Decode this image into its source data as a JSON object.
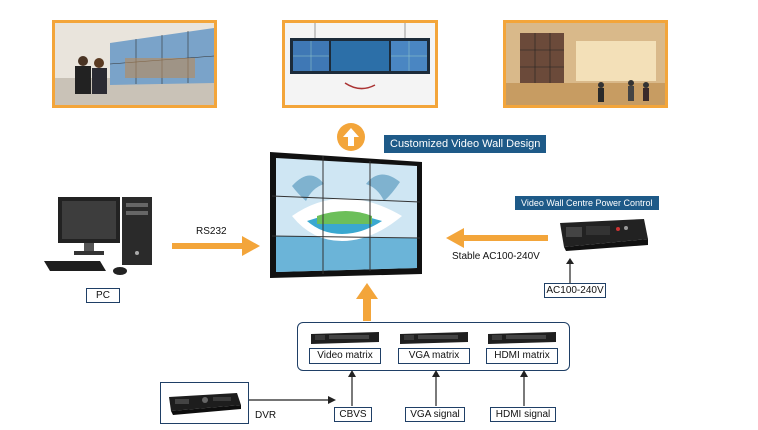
{
  "diagram": {
    "top_banner": "Customized Video Wall Design",
    "power_banner": "Video Wall Centre Power Control",
    "pc_label": "PC",
    "rs232_label": "RS232",
    "stable_label": "Stable AC100-240V",
    "ac_label": "AC100-240V",
    "dvr_label": "DVR",
    "matrices": [
      {
        "label": "Video matrix",
        "signal": "CBVS"
      },
      {
        "label": "VGA matrix",
        "signal": "VGA signal"
      },
      {
        "label": "HDMI matrix",
        "signal": "HDMI signal"
      }
    ]
  },
  "colors": {
    "arrow_orange": "#f3a53a",
    "banner_blue": "#1e5a88",
    "box_border": "#1f3f66"
  },
  "icons": [
    "up-arrow-icon",
    "right-arrow-icon",
    "left-arrow-icon",
    "pc-icon",
    "dvr-icon",
    "power-controller-icon",
    "video-wall-icon"
  ]
}
